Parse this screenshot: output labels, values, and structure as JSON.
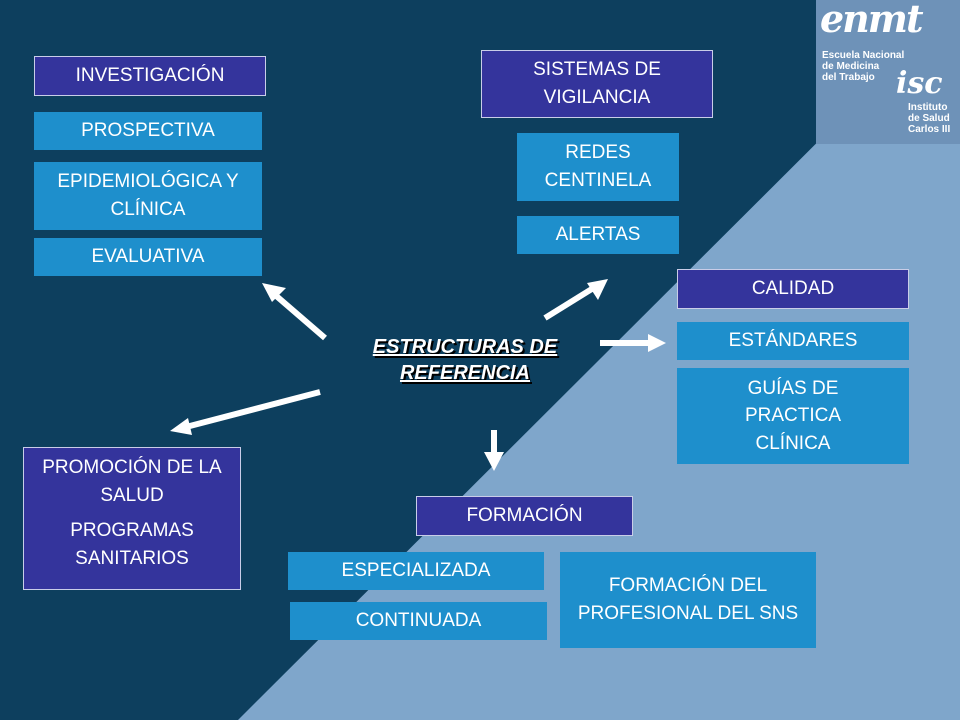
{
  "center": {
    "line1": "ESTRUCTURAS DE",
    "line2": "REFERENCIA"
  },
  "investigacion": {
    "title": "INVESTIGACIÓN",
    "items": [
      "PROSPECTIVA",
      "EPIDEMIOLÓGICA Y CLÍNICA",
      "EVALUATIVA"
    ]
  },
  "vigilancia": {
    "title": "SISTEMAS DE VIGILANCIA",
    "items": [
      "REDES CENTINELA",
      "ALERTAS"
    ]
  },
  "calidad": {
    "title": "CALIDAD",
    "items": [
      "ESTÁNDARES",
      "GUÍAS DE PRACTICA CLÍNICA"
    ]
  },
  "promocion": {
    "line1": "PROMOCIÓN DE LA SALUD",
    "line2": "PROGRAMAS SANITARIOS"
  },
  "formacion": {
    "title": "FORMACIÓN",
    "items": [
      "ESPECIALIZADA",
      "CONTINUADA",
      "FORMACIÓN DEL PROFESIONAL DEL SNS"
    ]
  },
  "logos": {
    "enmt_mark": "enmt",
    "enmt_line1": "Escuela Nacional",
    "enmt_line2": "de Medicina",
    "enmt_line3": "del Trabajo",
    "isc_mark": "isc",
    "isc_line1": "Instituto",
    "isc_line2": "de Salud",
    "isc_line3": "Carlos III"
  },
  "colors": {
    "dark_background": "#0d3f5e",
    "light_background": "#7fa6cb",
    "title_box": "#34349c",
    "item_box": "#1e8fcc",
    "text": "#ffffff"
  }
}
